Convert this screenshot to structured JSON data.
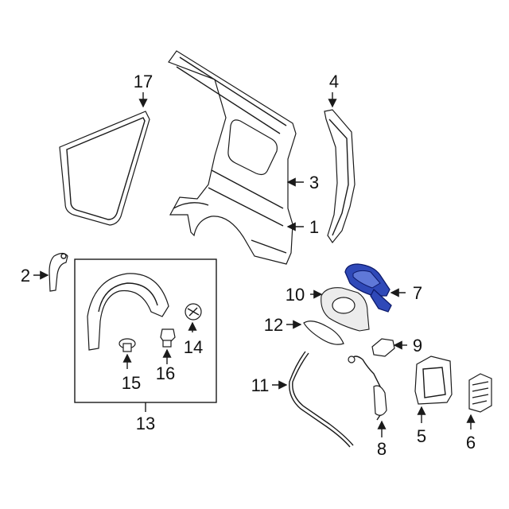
{
  "callouts": {
    "c1": "1",
    "c2": "2",
    "c3": "3",
    "c4": "4",
    "c5": "5",
    "c6": "6",
    "c7": "7",
    "c8": "8",
    "c9": "9",
    "c10": "10",
    "c11": "11",
    "c12": "12",
    "c13": "13",
    "c14": "14",
    "c15": "15",
    "c16": "16",
    "c17": "17"
  },
  "colors": {
    "highlight": "#2f49b8",
    "line": "#1a1a1a",
    "background": "#ffffff"
  }
}
